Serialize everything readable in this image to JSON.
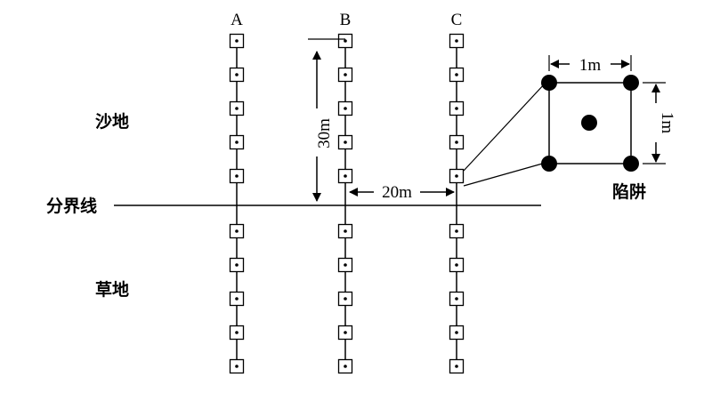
{
  "transects": [
    {
      "label": "A",
      "traps_sand": 5,
      "traps_grass": 5
    },
    {
      "label": "B",
      "traps_sand": 5,
      "traps_grass": 5
    },
    {
      "label": "C",
      "traps_sand": 5,
      "traps_grass": 5
    }
  ],
  "regions": {
    "sand": "沙地",
    "grass": "草地",
    "boundary": "分界线"
  },
  "dimensions": {
    "vertical": "30m",
    "horizontal": "20m",
    "detail_width": "1m",
    "detail_height": "1m"
  },
  "detail_label": "陷阱"
}
